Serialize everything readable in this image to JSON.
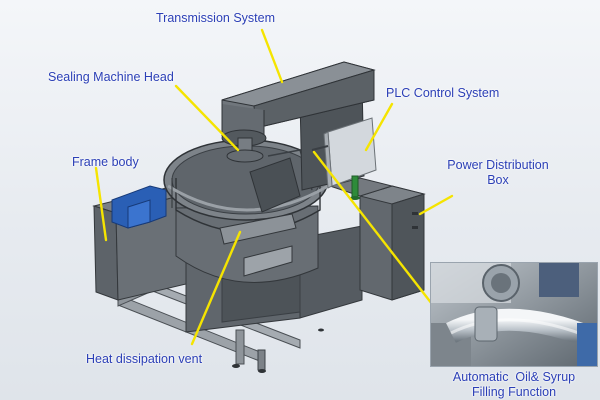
{
  "colors": {
    "label_text": "#2b3fb6",
    "leader_line": "#f5e400",
    "machine_body": "#5f656b",
    "machine_dark": "#3d4247",
    "machine_light": "#8a9096",
    "panel_blue": "#2a5fb5",
    "pipe_green": "#2e8b3a",
    "control_box": "#c9ced3"
  },
  "labels": {
    "transmission_system": "Transmission System",
    "sealing_machine_head": "Sealing Machine Head",
    "plc_control_system": "PLC Control System",
    "frame_body": "Frame body",
    "power_distribution_box_line1": "Power Distribution",
    "power_distribution_box_line2": "Box",
    "heat_dissipation_vent": "Heat dissipation vent",
    "oil_syrup_line1": "Automatic  Oil& Syrup",
    "oil_syrup_line2": "Filling Function"
  },
  "inset_photo": {
    "subject": "oil and syrup filling pipe close-up"
  }
}
